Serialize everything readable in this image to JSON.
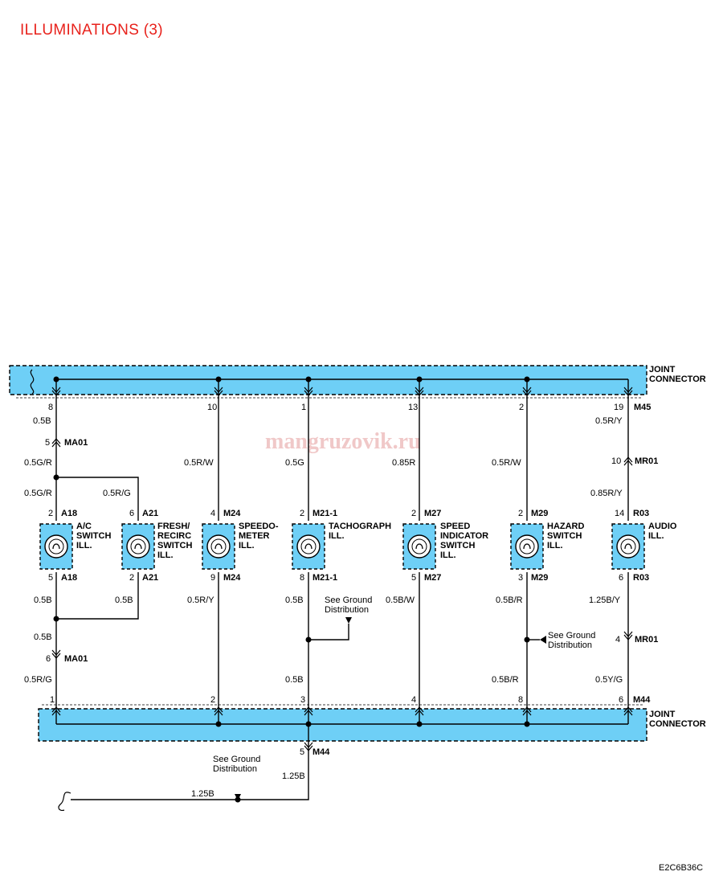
{
  "page": {
    "title": "ILLUMINATIONS (3)",
    "title_color": "#e8221c",
    "diagram_code": "E2C6B36C",
    "watermark": "mangruzovik.ru",
    "watermark_color": "#f0c8c8",
    "connector_fill": "#6ecff6"
  },
  "top_joint": {
    "label_line1": "JOINT",
    "label_line2": "CONNECTOR",
    "connector": "M45"
  },
  "bottom_joint": {
    "label_line1": "JOINT",
    "label_line2": "CONNECTOR",
    "connector": "M44"
  },
  "inline_connectors": {
    "ma01": "MA01",
    "mr01": "MR01"
  },
  "wires": {
    "w1": {
      "top_pin": "8",
      "top_wire": "0.5B",
      "ma01_pin_top": "5",
      "wire_mid": "0.5G/R",
      "wire_branch": "0.5G/R"
    },
    "w2": {
      "top_wire": "0.5R/G"
    },
    "w3": {
      "top_pin": "10",
      "top_wire": "0.5R/W",
      "bottom_wire": "0.5R/Y",
      "bottom_pin": "2"
    },
    "w4": {
      "top_pin": "1",
      "top_wire": "0.5G",
      "bottom_wire": "0.5B",
      "bottom_wire2": "0.5B",
      "bottom_pin": "3"
    },
    "w5": {
      "top_pin": "13",
      "top_wire": "0.85R",
      "bottom_wire": "0.5B/W",
      "bottom_pin": "4"
    },
    "w6": {
      "top_pin": "2",
      "top_wire": "0.5R/W",
      "bottom_wire": "0.5B/R",
      "bottom_wire2": "0.5B/R",
      "bottom_pin": "8"
    },
    "w7": {
      "top_pin": "19",
      "top_wire": "0.5R/Y",
      "mr01_pin_top": "10",
      "wire_mid": "0.85R/Y",
      "bottom_wire": "1.25B/Y",
      "mr01_pin_bottom": "4",
      "wire_low": "0.5Y/G",
      "bottom_pin": "6"
    },
    "w1_bottom": {
      "wire_a": "0.5B",
      "wire_b": "0.5B",
      "ma01_pin_bottom": "6",
      "wire_low": "0.5R/G",
      "bottom_pin": "1"
    },
    "w2_bottom": {
      "wire": "0.5B"
    },
    "ground_out": {
      "pin": "5",
      "wire_v": "1.25B",
      "wire_h": "1.25B"
    }
  },
  "components": [
    {
      "name_lines": [
        "A/C",
        "SWITCH",
        "ILL."
      ],
      "conn": "A18",
      "pin_top": "2",
      "pin_bottom": "5"
    },
    {
      "name_lines": [
        "FRESH/",
        "RECIRC",
        "SWITCH",
        "ILL."
      ],
      "conn": "A21",
      "pin_top": "6",
      "pin_bottom": "2"
    },
    {
      "name_lines": [
        "SPEEDO-",
        "METER",
        "ILL."
      ],
      "conn": "M24",
      "pin_top": "4",
      "pin_bottom": "9"
    },
    {
      "name_lines": [
        "TACHOGRAPH",
        "ILL."
      ],
      "conn": "M21-1",
      "pin_top": "2",
      "pin_bottom": "8"
    },
    {
      "name_lines": [
        "SPEED",
        "INDICATOR",
        "SWITCH",
        "ILL."
      ],
      "conn": "M27",
      "pin_top": "2",
      "pin_bottom": "5"
    },
    {
      "name_lines": [
        "HAZARD",
        "SWITCH",
        "ILL."
      ],
      "conn": "M29",
      "pin_top": "2",
      "pin_bottom": "3"
    },
    {
      "name_lines": [
        "AUDIO",
        "ILL."
      ],
      "conn": "R03",
      "pin_top": "14",
      "pin_bottom": "6"
    }
  ],
  "ground_refs": [
    {
      "line1": "See Ground",
      "line2": "Distribution"
    },
    {
      "line1": "See Ground",
      "line2": "Distribution"
    },
    {
      "line1": "See Ground",
      "line2": "Distribution"
    }
  ]
}
